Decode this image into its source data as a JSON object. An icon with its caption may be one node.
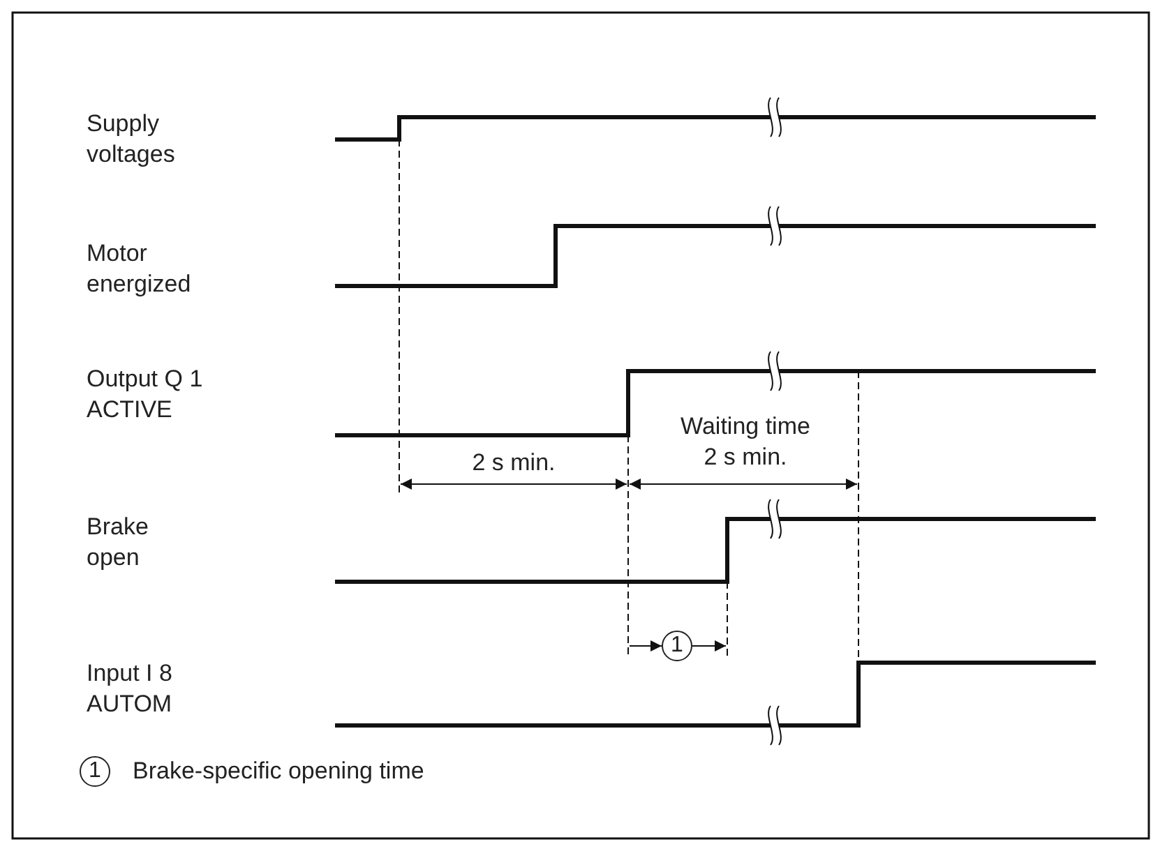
{
  "diagram": {
    "labels": [
      "Supply voltages",
      "Motor energized",
      "Output Q 1 ACTIVE",
      "2 s min.",
      "Waiting time 2 s min.",
      "Brake open",
      "1",
      "Input I 8 AUTOM",
      "1",
      "Brake-specific opening time"
    ]
  }
}
